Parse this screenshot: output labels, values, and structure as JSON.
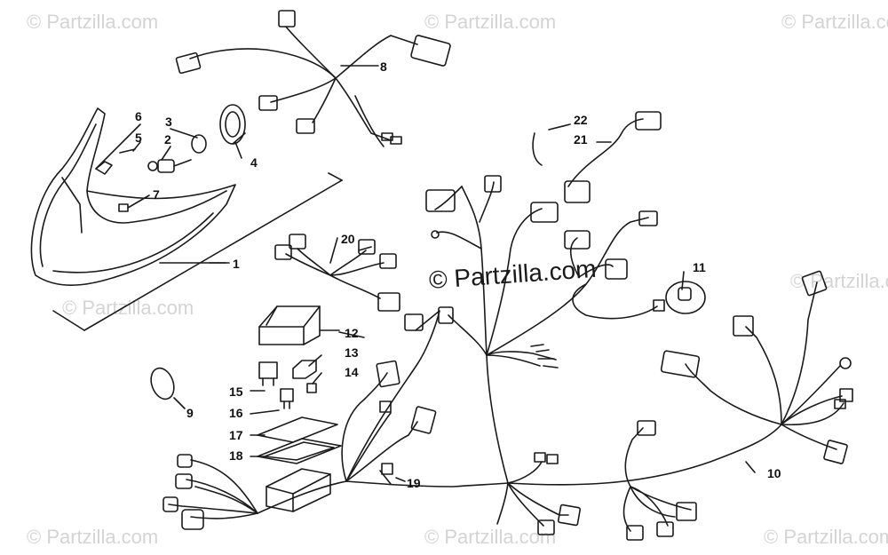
{
  "diagram": {
    "watermark_small": "© Partzilla.com",
    "watermark_center": "© Partzilla.com",
    "callouts": {
      "c1": "1",
      "c2": "2",
      "c3": "3",
      "c4": "4",
      "c5": "5",
      "c6": "6",
      "c7": "7",
      "c8": "8",
      "c9": "9",
      "c10": "10",
      "c11": "11",
      "c12": "12",
      "c13": "13",
      "c14": "14",
      "c15": "15",
      "c16": "16",
      "c17": "17",
      "c18": "18",
      "c19": "19",
      "c20": "20",
      "c21": "21",
      "c22": "22"
    }
  }
}
